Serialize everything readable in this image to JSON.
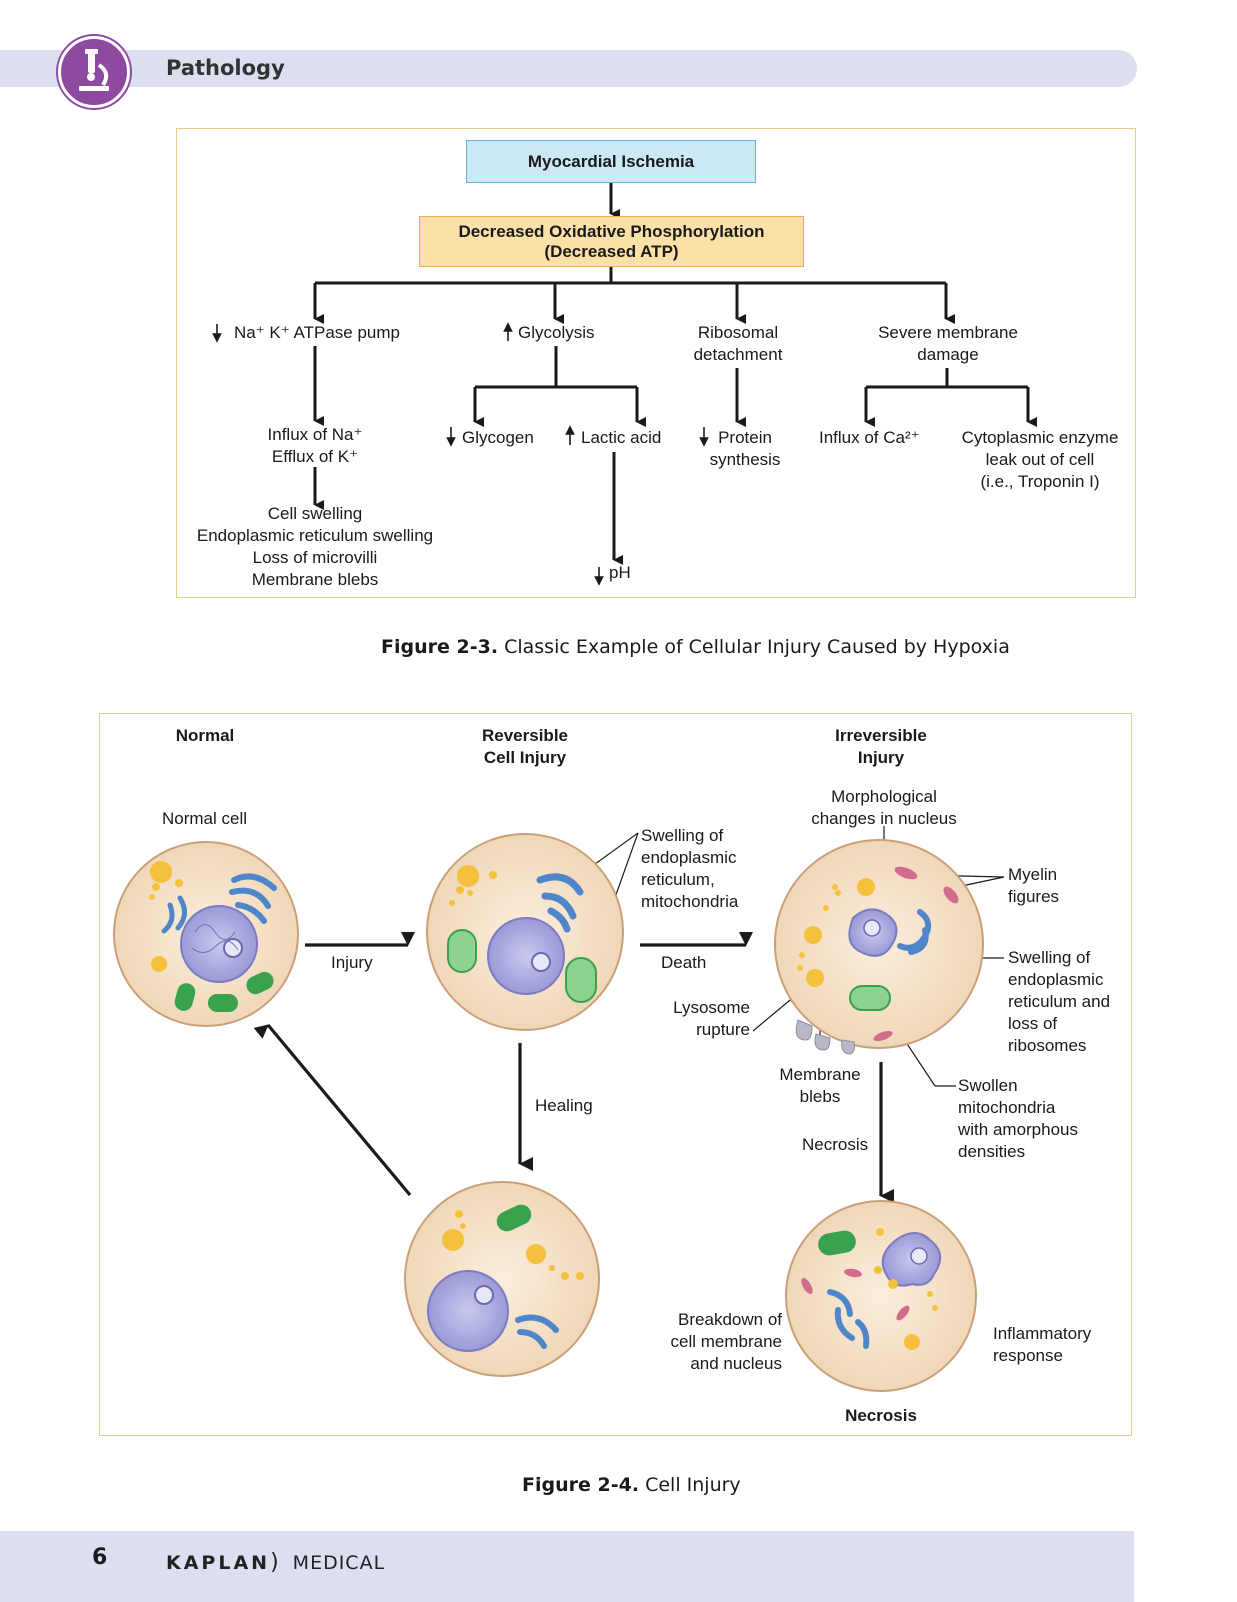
{
  "header": {
    "title": "Pathology",
    "logo_icon": "microscope-icon",
    "accent_color": "#8e4aa1"
  },
  "figure_2_3": {
    "top_box": "Myocardial Ischemia",
    "second_box": {
      "line1": "Decreased Oxidative Phosphorylation",
      "line2": "(Decreased ATP)"
    },
    "branch1": {
      "label": "Na⁺ K⁺ ATPase pump",
      "influx": "Influx of Na⁺",
      "efflux": "Efflux of K⁺",
      "effects": [
        "Cell swelling",
        "Endoplasmic reticulum swelling",
        "Loss of microvilli",
        "Membrane blebs"
      ]
    },
    "branch2": {
      "label": "Glycolysis",
      "glycogen": "Glycogen",
      "lactic": "Lactic acid",
      "ph": "pH"
    },
    "branch3": {
      "line1": "Ribosomal",
      "line2": "detachment",
      "protein1": "Protein",
      "protein2": "synthesis"
    },
    "branch4": {
      "line1": "Severe membrane",
      "line2": "damage",
      "influx_ca": "Influx of Ca²⁺",
      "enzyme": [
        "Cytoplasmic enzyme",
        "leak out of cell",
        "(i.e., Troponin I)"
      ]
    },
    "caption_label": "Figure 2-3.",
    "caption_text": "Classic Example of Cellular Injury Caused by Hypoxia"
  },
  "figure_2_4": {
    "col_normal": "Normal",
    "col_reversible": [
      "Reversible",
      "Cell Injury"
    ],
    "col_irreversible": [
      "Irreversible",
      "Injury"
    ],
    "normal_cell": "Normal cell",
    "swelling_er": [
      "Swelling of",
      "endoplasmic",
      "reticulum,",
      "mitochondria"
    ],
    "injury": "Injury",
    "death": "Death",
    "healing": "Healing",
    "morph": [
      "Morphological",
      "changes in nucleus"
    ],
    "myelin": [
      "Myelin",
      "figures"
    ],
    "swelling_er2": [
      "Swelling of",
      "endoplasmic",
      "reticulum and",
      "loss of",
      "ribosomes"
    ],
    "lysosome": [
      "Lysosome",
      "rupture"
    ],
    "blebs": [
      "Membrane",
      "blebs"
    ],
    "swollen_mito": [
      "Swollen",
      "mitochondria",
      "with amorphous",
      "densities"
    ],
    "necrosis_arrow": "Necrosis",
    "breakdown": [
      "Breakdown of",
      "cell membrane",
      "and nucleus"
    ],
    "inflammatory": [
      "Inflammatory",
      "response"
    ],
    "necrosis_title": "Necrosis",
    "caption_label": "Figure 2-4.",
    "caption_text": "Cell Injury"
  },
  "footer": {
    "page_number": "6",
    "brand_main": "KAPLAN",
    "brand_sub": "MEDICAL"
  }
}
